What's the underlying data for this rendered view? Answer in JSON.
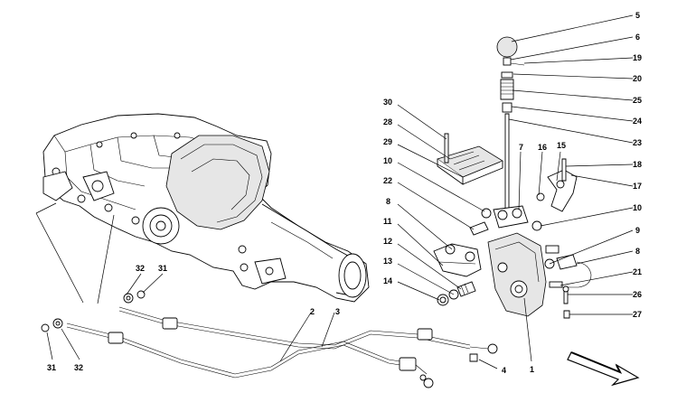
{
  "diagram": {
    "callouts": [
      {
        "id": "c5",
        "text": "5"
      },
      {
        "id": "c6",
        "text": "6"
      },
      {
        "id": "c19",
        "text": "19"
      },
      {
        "id": "c20",
        "text": "20"
      },
      {
        "id": "c25",
        "text": "25"
      },
      {
        "id": "c24",
        "text": "24"
      },
      {
        "id": "c23",
        "text": "23"
      },
      {
        "id": "c18",
        "text": "18"
      },
      {
        "id": "c17",
        "text": "17"
      },
      {
        "id": "c10b",
        "text": "10"
      },
      {
        "id": "c9",
        "text": "9"
      },
      {
        "id": "c8b",
        "text": "8"
      },
      {
        "id": "c21",
        "text": "21"
      },
      {
        "id": "c26",
        "text": "26"
      },
      {
        "id": "c27",
        "text": "27"
      },
      {
        "id": "c30",
        "text": "30"
      },
      {
        "id": "c28",
        "text": "28"
      },
      {
        "id": "c29",
        "text": "29"
      },
      {
        "id": "c10a",
        "text": "10"
      },
      {
        "id": "c22",
        "text": "22"
      },
      {
        "id": "c8a",
        "text": "8"
      },
      {
        "id": "c11",
        "text": "11"
      },
      {
        "id": "c12",
        "text": "12"
      },
      {
        "id": "c13",
        "text": "13"
      },
      {
        "id": "c14",
        "text": "14"
      },
      {
        "id": "c7",
        "text": "7"
      },
      {
        "id": "c16",
        "text": "16"
      },
      {
        "id": "c15",
        "text": "15"
      },
      {
        "id": "c1",
        "text": "1"
      },
      {
        "id": "c4",
        "text": "4"
      },
      {
        "id": "c2",
        "text": "2"
      },
      {
        "id": "c3",
        "text": "3"
      },
      {
        "id": "c32a",
        "text": "32"
      },
      {
        "id": "c31a",
        "text": "31"
      },
      {
        "id": "c31b",
        "text": "31"
      },
      {
        "id": "c32b",
        "text": "32"
      }
    ]
  }
}
